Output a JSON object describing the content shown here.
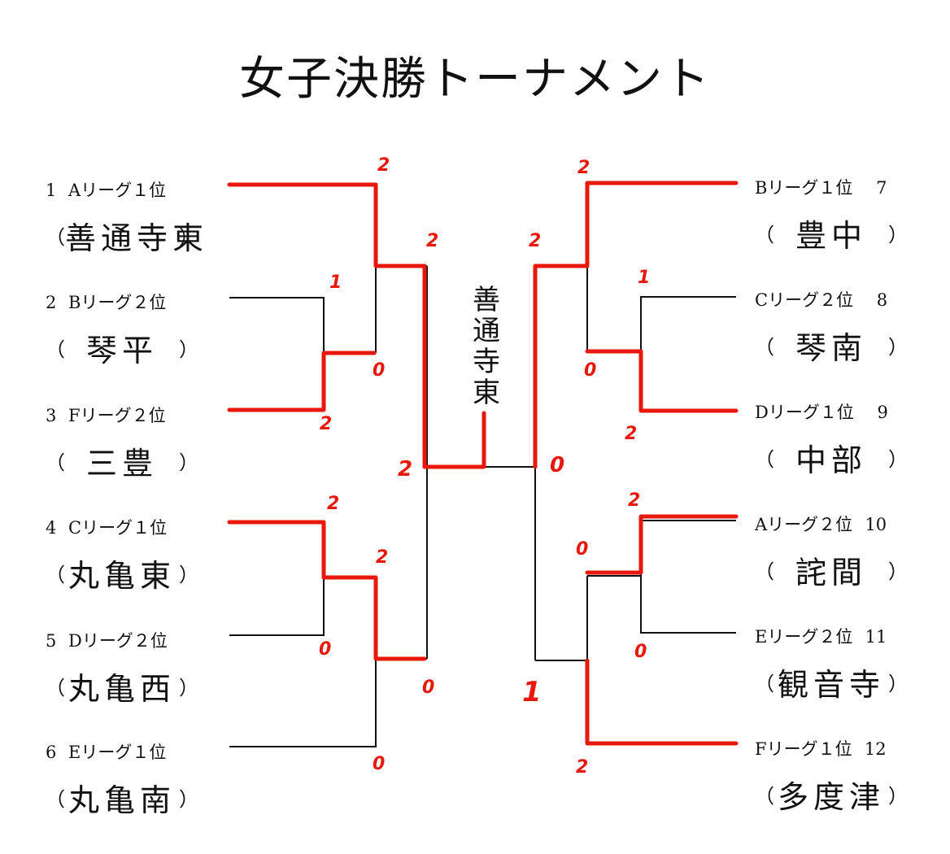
{
  "title": "女子決勝トーナメント",
  "champion": "善通寺東",
  "left_slots": [
    {
      "seed": "1",
      "league": "Aリーグ１位",
      "team": "善通寺東"
    },
    {
      "seed": "2",
      "league": "Bリーグ２位",
      "team": "琴平"
    },
    {
      "seed": "3",
      "league": "Fリーグ２位",
      "team": "三豊"
    },
    {
      "seed": "4",
      "league": "Cリーグ１位",
      "team": "丸亀東"
    },
    {
      "seed": "5",
      "league": "Dリーグ２位",
      "team": "丸亀西"
    },
    {
      "seed": "6",
      "league": "Eリーグ１位",
      "team": "丸亀南"
    }
  ],
  "right_slots": [
    {
      "seed": "7",
      "league": "Bリーグ１位",
      "team": "豊中"
    },
    {
      "seed": "8",
      "league": "Cリーグ２位",
      "team": "琴南"
    },
    {
      "seed": "9",
      "league": "Dリーグ１位",
      "team": "中部"
    },
    {
      "seed": "10",
      "league": "Aリーグ２位",
      "team": "詫間"
    },
    {
      "seed": "11",
      "league": "Eリーグ２位",
      "team": "観音寺"
    },
    {
      "seed": "12",
      "league": "Fリーグ１位",
      "team": "多度津"
    }
  ],
  "scores": {
    "l_q1_top": "2",
    "l_q1_bottom": "0",
    "l_r1_top": "1",
    "l_r1_bottom": "2",
    "l_q2_top": "2",
    "l_q2_bottom": "0",
    "l_r2_top": "2",
    "l_r2_bottom": "0",
    "l_semi_top": "2",
    "l_semi_bottom": "0",
    "final_left": "2",
    "final_right": "0",
    "r_semi_top": "2",
    "r_semi_bottom": "1",
    "r_q1_top": "2",
    "r_q1_bottom": "0",
    "r_r1_top": "1",
    "r_r1_bottom": "2",
    "r_r2_top": "2",
    "r_r2_bottom": "0",
    "r_q2_top": "0",
    "r_q2_bottom": "2"
  },
  "colors": {
    "bracket": "#111111",
    "winner_path": "#e8180c"
  }
}
